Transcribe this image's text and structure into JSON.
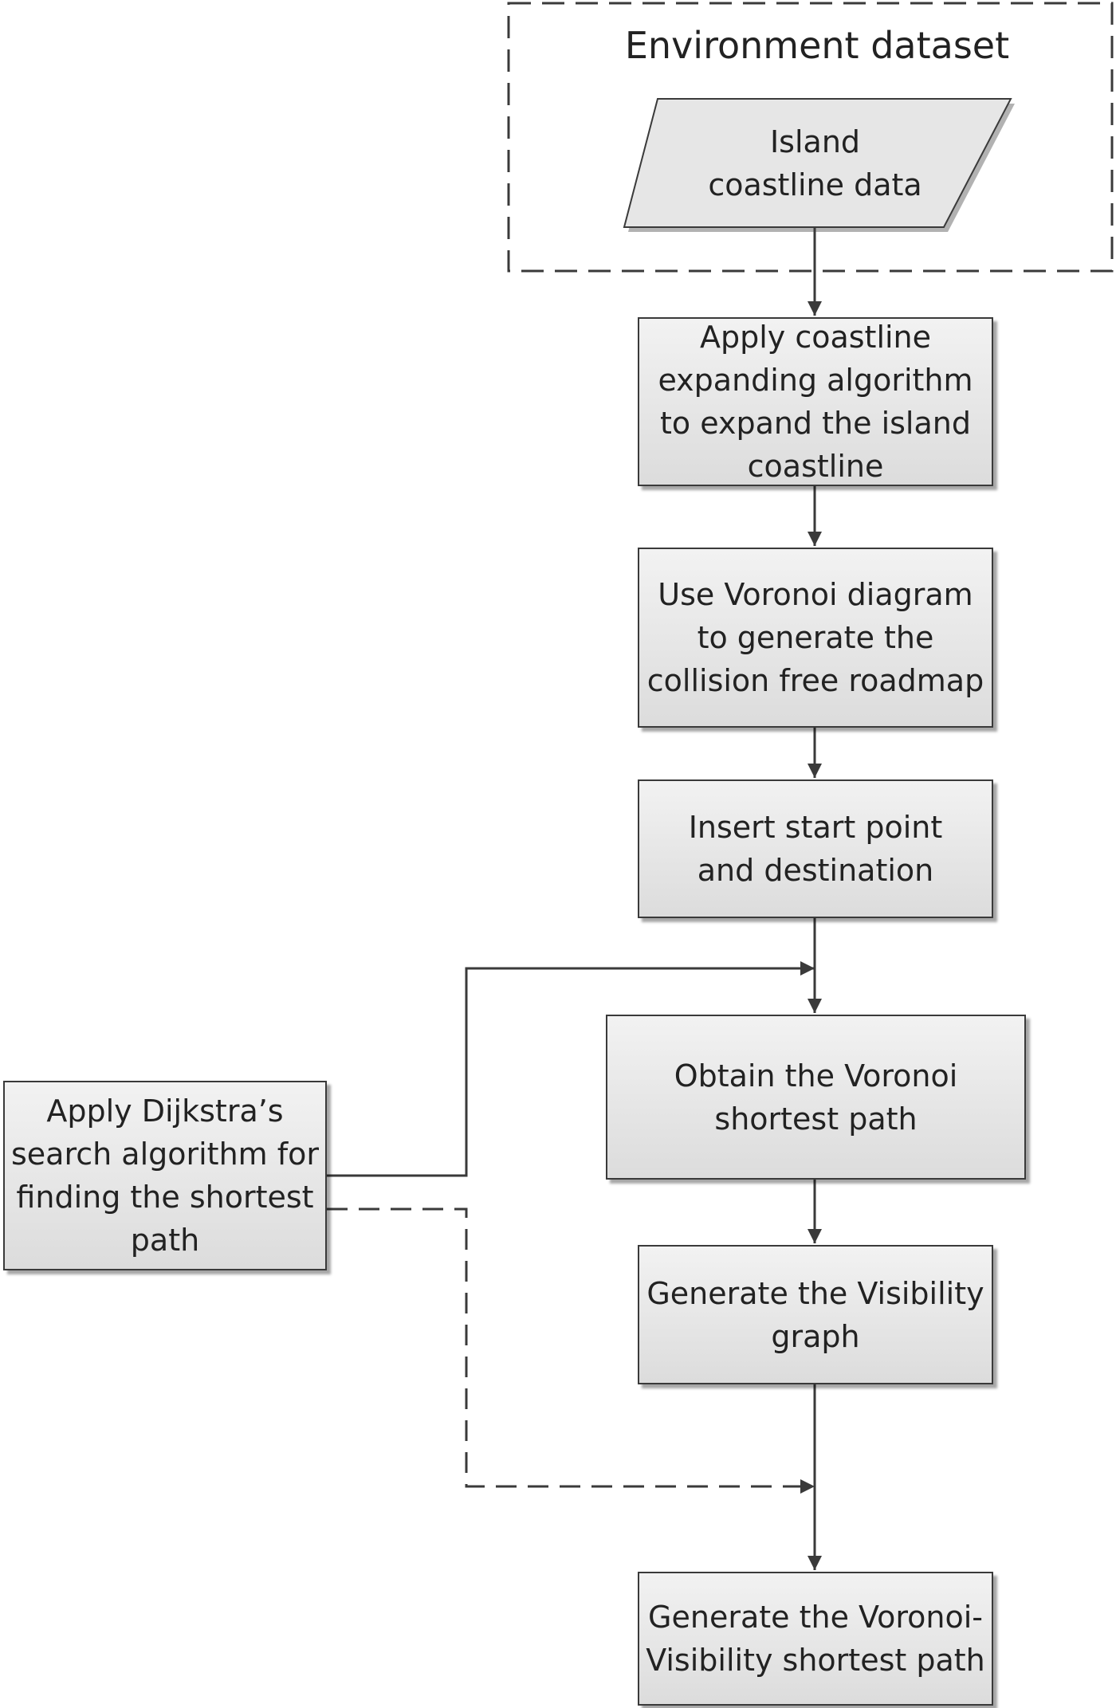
{
  "diagram": {
    "container": {
      "title": "Environment dataset"
    },
    "nodes": {
      "coastline_data": {
        "label": "Island coastline data"
      },
      "expand": {
        "label": "Apply coastline expanding algorithm to expand the island coastline"
      },
      "voronoi": {
        "label": "Use Voronoi diagram to generate the collision free roadmap"
      },
      "insert": {
        "label": "Insert start point and destination"
      },
      "dijkstra": {
        "label": "Apply Dijkstra’s search algorithm for finding the shortest path"
      },
      "voronoi_path": {
        "label": "Obtain the Voronoi shortest path"
      },
      "visibility": {
        "label": "Generate the Visibility graph"
      },
      "final": {
        "label": "Generate the Voronoi-Visibility shortest path"
      }
    },
    "edges": [
      {
        "from": "coastline_data",
        "to": "expand",
        "style": "solid"
      },
      {
        "from": "expand",
        "to": "voronoi",
        "style": "solid"
      },
      {
        "from": "voronoi",
        "to": "insert",
        "style": "solid"
      },
      {
        "from": "insert",
        "to": "voronoi_path",
        "style": "solid"
      },
      {
        "from": "dijkstra",
        "to": "voronoi_path",
        "style": "solid"
      },
      {
        "from": "voronoi_path",
        "to": "visibility",
        "style": "solid"
      },
      {
        "from": "visibility",
        "to": "final",
        "style": "solid"
      },
      {
        "from": "dijkstra",
        "to": "final",
        "style": "dashed"
      }
    ]
  }
}
